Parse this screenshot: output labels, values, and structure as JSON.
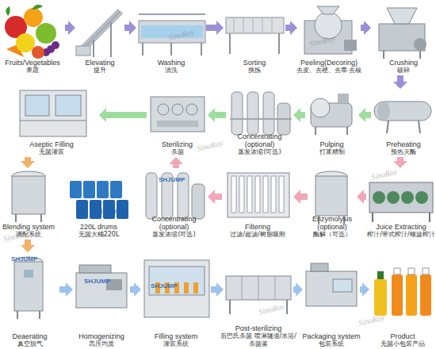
{
  "diagram": {
    "nodes": [
      {
        "text": [
          "Fruits/Vegetables",
          "果蔬"
        ]
      },
      {
        "text": [
          "Elevating",
          "提升"
        ]
      },
      {
        "text": [
          "Washing",
          "清洗"
        ]
      },
      {
        "text": [
          "Sorting",
          "挑拣"
        ]
      },
      {
        "text": [
          "Peeling(Decoring)",
          "去皮、去梗、去蒂 去核"
        ]
      },
      {
        "text": [
          "Crushing",
          "破碎"
        ]
      },
      {
        "text": [
          "Preheating",
          "预热灭酶"
        ]
      },
      {
        "text": [
          "Pulping",
          "打浆精制"
        ]
      },
      {
        "text": [
          "Concentrating (optional)",
          "蒸发浓缩(可选)"
        ]
      },
      {
        "text": [
          "Sterilizing",
          "杀菌"
        ]
      },
      {
        "text": [
          "Aseptic Filling",
          "无菌灌装"
        ]
      },
      {
        "text": [
          "Blending system",
          "调配系统"
        ]
      },
      {
        "text": [
          "220L drums",
          "无菌大桶220L"
        ]
      },
      {
        "text": [
          "Concentrating (optional)",
          "蒸发浓缩(可选)"
        ]
      },
      {
        "text": [
          "Filtering",
          "过滤/超滤/树脂吸附"
        ]
      },
      {
        "text": [
          "Enzymolysis (optional)",
          "酶解（可选）"
        ]
      },
      {
        "text": [
          "Juice Extracting",
          "榨汁/带式榨汁/螺旋榨汁"
        ]
      },
      {
        "text": [
          "Deaerating",
          "真空脱气"
        ]
      },
      {
        "text": [
          "Homogenizing",
          "高压均质"
        ]
      },
      {
        "text": [
          "Filling system",
          "灌装系统"
        ]
      },
      {
        "text": [
          "Post-sterilizing",
          "后巴氏杀菌 喷淋隧道/水浴/杀菌釜"
        ]
      },
      {
        "text": [
          "Packaging system",
          "包装系统"
        ]
      },
      {
        "text": [
          "Product",
          "无菌小包装产品"
        ]
      }
    ],
    "edges": [
      {
        "from": 0,
        "to": 1,
        "arrow": "to"
      },
      {
        "from": 1,
        "to": 2,
        "arrow": "to"
      },
      {
        "from": 2,
        "to": 3,
        "arrow": "to"
      },
      {
        "from": 3,
        "to": 4,
        "arrow": "to"
      },
      {
        "from": 4,
        "to": 5,
        "arrow": "to"
      },
      {
        "from": 5,
        "to": 6,
        "arrow": "to"
      },
      {
        "from": 6,
        "to": 7,
        "arrow": "to"
      },
      {
        "from": 7,
        "to": 8,
        "arrow": "to"
      },
      {
        "from": 8,
        "to": 9,
        "arrow": "to"
      },
      {
        "from": 9,
        "to": 10,
        "arrow": "to"
      },
      {
        "from": 6,
        "to": 16,
        "arrow": "to"
      },
      {
        "from": 16,
        "to": 15,
        "arrow": "to"
      },
      {
        "from": 15,
        "to": 14,
        "arrow": "to"
      },
      {
        "from": 14,
        "to": 13,
        "arrow": "to"
      },
      {
        "from": 13,
        "to": 9,
        "arrow": "to"
      },
      {
        "from": 10,
        "to": 11,
        "arrow": "to"
      },
      {
        "from": 11,
        "to": 17,
        "arrow": "to"
      },
      {
        "from": 17,
        "to": 18,
        "arrow": "to"
      },
      {
        "from": 18,
        "to": 19,
        "arrow": "to"
      },
      {
        "from": 19,
        "to": 20,
        "arrow": "to"
      },
      {
        "from": 20,
        "to": 21,
        "arrow": "to"
      },
      {
        "from": 21,
        "to": 22,
        "arrow": "to"
      }
    ],
    "labels": [
      "SinoRoy",
      "SinoRoy",
      "SinoRoy",
      "SinoRoy",
      "SHJUMP",
      "SHJUMP",
      "SinoRoy",
      "SHJUMP",
      "SHJUMP",
      "SHJUMP",
      "SinoRoy",
      "SinoRoy"
    ]
  }
}
